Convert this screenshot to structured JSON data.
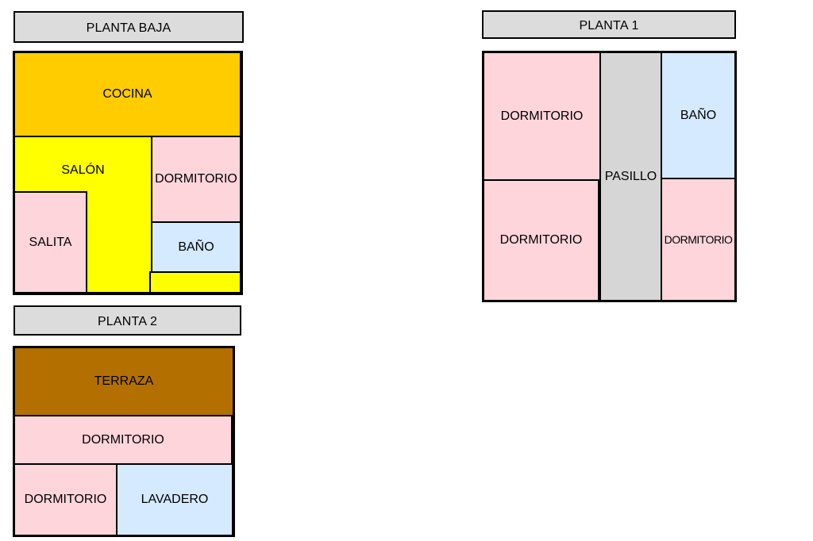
{
  "floors": {
    "baja": {
      "title": "PLANTA BAJA",
      "rooms": {
        "cocina": "COCINA",
        "salon": "SALÓN",
        "dormitorio": "DORMITORIO",
        "salita": "SALITA",
        "bano": "BAÑO"
      }
    },
    "planta1": {
      "title": "PLANTA 1",
      "rooms": {
        "dormitorio_a": "DORMITORIO",
        "pasillo": "PASILLO",
        "bano": "BAÑO",
        "dormitorio_b": "DORMITORIO",
        "dormitorio_c": "DORMITORIO"
      }
    },
    "planta2": {
      "title": "PLANTA 2",
      "rooms": {
        "terraza": "TERRAZA",
        "dormitorio_a": "DORMITORIO",
        "dormitorio_b": "DORMITORIO",
        "lavadero": "LAVADERO"
      }
    }
  },
  "colors": {
    "label_bg": "#dcdcdc",
    "kitchen": "#ffcc00",
    "living": "#ffff00",
    "bedroom": "#ffd5dc",
    "bath": "#d5eaff",
    "corridor": "#d6d6d6",
    "terrace": "#b37000"
  }
}
